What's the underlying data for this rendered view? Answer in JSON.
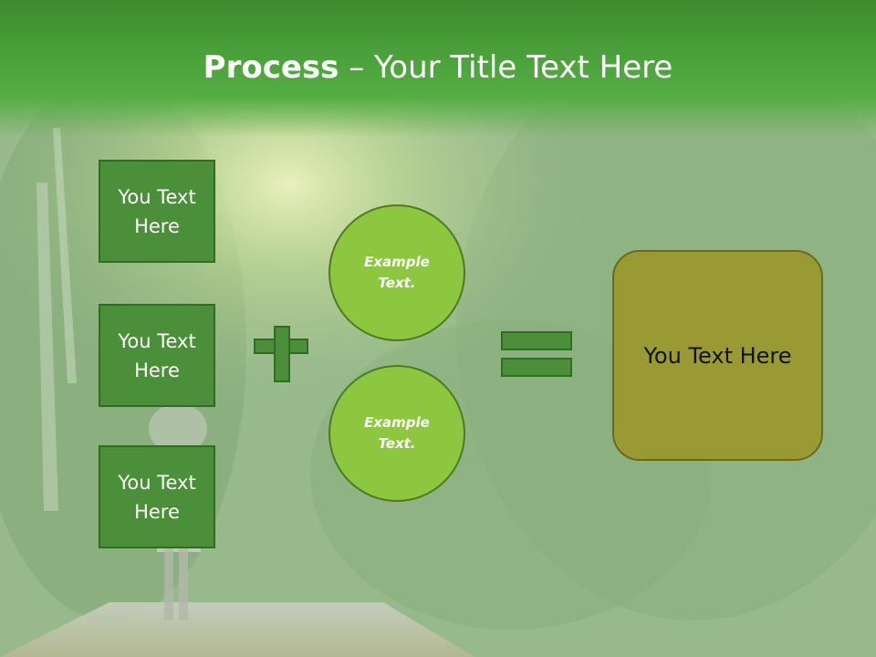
{
  "slide": {
    "title_bold": "Process",
    "title_dash": " – ",
    "title_rest": "Your Title Text Here",
    "left_boxes": [
      "You Text Here",
      "You Text Here",
      "You Text Here"
    ],
    "circles": [
      "Example Text.",
      "Example Text."
    ],
    "result_text": "You Text Here",
    "colors": {
      "title_band": "#4aa13a",
      "box_fill": "#4b8f3a",
      "circle_fill": "#8dc63f",
      "result_fill": "#9a9a35"
    }
  }
}
